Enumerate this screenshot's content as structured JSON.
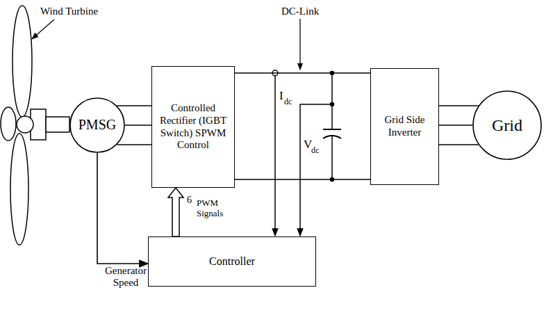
{
  "diagram": {
    "nodes": [
      {
        "text": [
          "PMSG"
        ]
      },
      {
        "text": [
          "Controlled Rectifier (IGBT Switch) SPWM Control"
        ]
      },
      {
        "text": [
          "Grid Side Inverter"
        ]
      },
      {
        "text": [
          "Grid"
        ]
      },
      {
        "text": [
          "Controller"
        ]
      }
    ],
    "edges": [
      {
        "from": 0,
        "to": 1,
        "arrow": "none"
      },
      {
        "from": 1,
        "to": 2,
        "arrow": "none"
      },
      {
        "from": 2,
        "to": 3,
        "arrow": "none"
      },
      {
        "from": 0,
        "to": 4,
        "arrow": "to"
      },
      {
        "from": 4,
        "to": 1,
        "arrow": "to"
      }
    ],
    "labels": [
      "Wind Turbine",
      "DC-Link",
      "I",
      "dc",
      "V",
      "dc",
      "6",
      "PWM Signals",
      "Generator Speed"
    ]
  }
}
